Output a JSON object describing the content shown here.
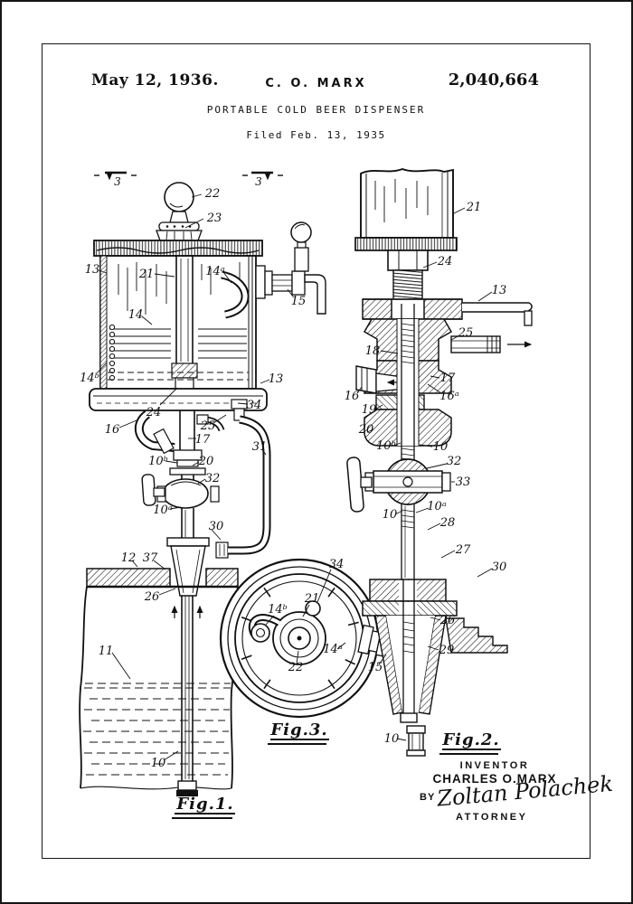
{
  "colors": {
    "paper": "#ffffff",
    "ink": "#111111"
  },
  "header": {
    "date": "May 12, 1936.",
    "author": "C. O. MARX",
    "patent_number": "2,040,664",
    "title": "PORTABLE COLD BEER DISPENSER",
    "filed": "Filed Feb. 13, 1935"
  },
  "section_markers": {
    "left": "3",
    "right": "3"
  },
  "captions": {
    "fig1": "Fig.1.",
    "fig2": "Fig.2.",
    "fig3": "Fig.3."
  },
  "labels": {
    "fig1": [
      "22",
      "23",
      "13",
      "21",
      "14ᵃ",
      "15",
      "14",
      "14ᵇ",
      "24",
      "13",
      "34",
      "16",
      "25",
      "17",
      "31",
      "10ᵇ",
      "20",
      "32",
      "10ᵃ",
      "30",
      "12",
      "37",
      "26",
      "11",
      "10"
    ],
    "fig2": [
      "21",
      "24",
      "13",
      "25",
      "18",
      "17",
      "16",
      "16ᵃ",
      "19",
      "20",
      "10ᵇ",
      "10",
      "32",
      "33",
      "10",
      "10ᵃ",
      "28",
      "27",
      "30",
      "26",
      "29",
      "10"
    ],
    "fig3": [
      "34",
      "21",
      "14ᵇ",
      "22",
      "14ᵃ",
      "15"
    ]
  },
  "signature": {
    "heading": "INVENTOR",
    "name": "CHARLES O.MARX",
    "by": "BY",
    "autograph": "Zoltan Polachek",
    "role": "ATTORNEY"
  }
}
